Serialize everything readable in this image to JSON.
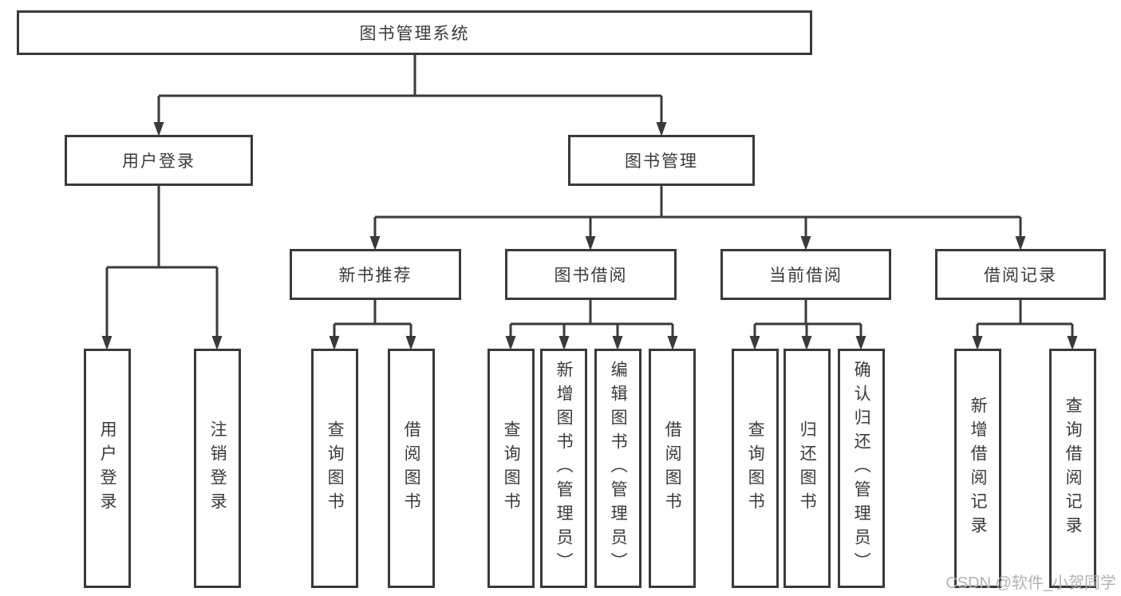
{
  "colors": {
    "line": "#3a3a3a",
    "text": "#3a3a3a",
    "watermark": "#b3b3b3",
    "background": "#ffffff"
  },
  "tree": {
    "label": "图书管理系统",
    "children": [
      {
        "label": "用户登录",
        "children": [
          {
            "label": "用户登录"
          },
          {
            "label": "注销登录"
          }
        ]
      },
      {
        "label": "图书管理",
        "children": [
          {
            "label": "新书推荐",
            "children": [
              {
                "label": "查询图书"
              },
              {
                "label": "借阅图书"
              }
            ]
          },
          {
            "label": "图书借阅",
            "children": [
              {
                "label": "查询图书"
              },
              {
                "label": "新增图书（管理员）"
              },
              {
                "label": "编辑图书（管理员）"
              },
              {
                "label": "借阅图书"
              }
            ]
          },
          {
            "label": "当前借阅",
            "children": [
              {
                "label": "查询图书"
              },
              {
                "label": "归还图书"
              },
              {
                "label": "确认归还（管理员）"
              }
            ]
          },
          {
            "label": "借阅记录",
            "children": [
              {
                "label": "新增借阅记录"
              },
              {
                "label": "查询借阅记录"
              }
            ]
          }
        ]
      }
    ]
  },
  "watermark": {
    "text": "CSDN @软件_小贺同学"
  }
}
